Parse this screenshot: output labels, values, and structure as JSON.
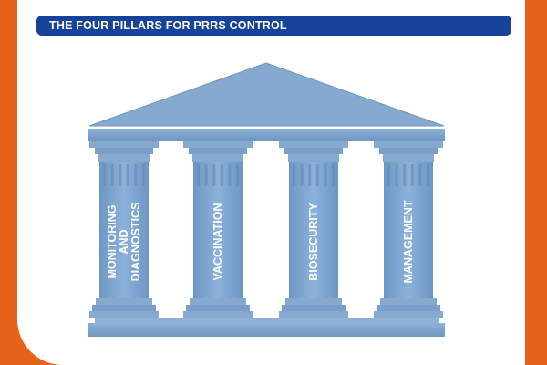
{
  "header": {
    "title": "THE FOUR PILLARS FOR PRRS CONTROL"
  },
  "colors": {
    "frame": "#e8631a",
    "title_bar": "#17439a",
    "pillar": "#7ba4cf",
    "pillar_dark": "#5f86b2",
    "label": "#ffffff"
  },
  "temple": {
    "pillars": [
      {
        "lines": [
          "MONITORING",
          "AND",
          "DIAGNOSTICS"
        ]
      },
      {
        "lines": [
          "VACCINATION"
        ]
      },
      {
        "lines": [
          "BIOSECURITY"
        ]
      },
      {
        "lines": [
          "MANAGEMENT"
        ]
      }
    ]
  }
}
